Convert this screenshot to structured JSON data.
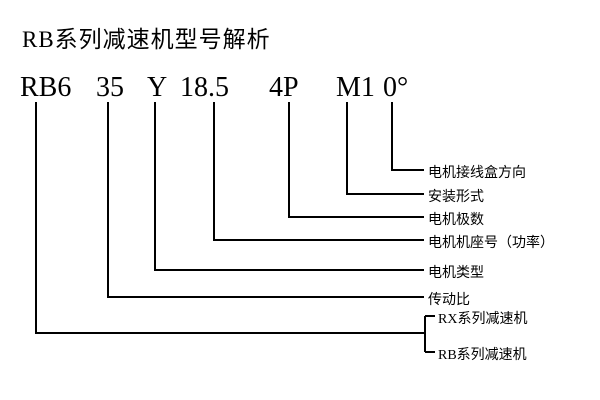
{
  "title": "RB系列减速机型号解析",
  "code": {
    "parts": [
      "RB6",
      "35",
      "Y",
      "18.5",
      "4P",
      "M1",
      "0°"
    ]
  },
  "labels": {
    "junction_box": "电机接线盒方向",
    "mounting": "安装形式",
    "poles": "电机极数",
    "frame": "电机机座号（功率）",
    "motor_type": "电机类型",
    "ratio": "传动比",
    "rx_series": "RX系列减速机",
    "rb_series": "RB系列减速机"
  }
}
